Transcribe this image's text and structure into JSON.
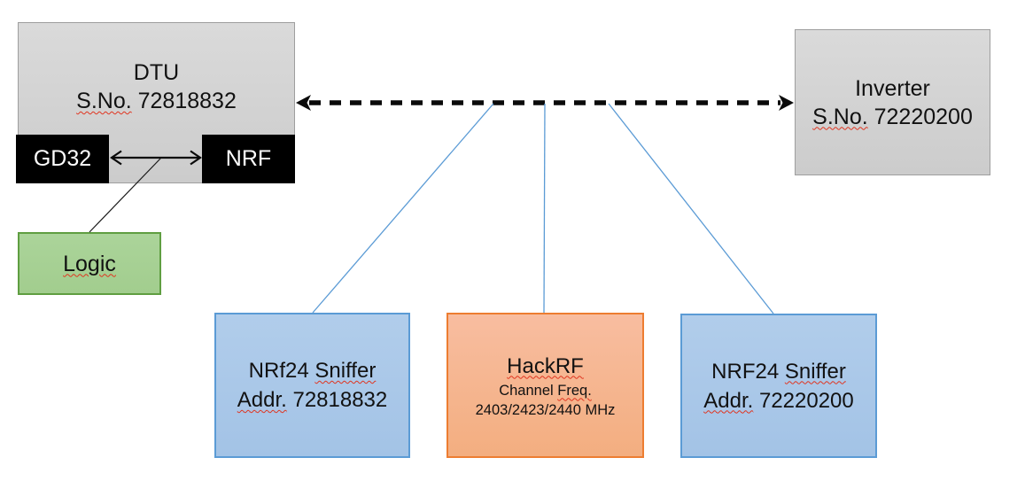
{
  "diagram": {
    "dtu": {
      "name": "DTU",
      "serial_label": "S.No.",
      "serial_value": "72818832"
    },
    "chips": {
      "gd32_label": "GD32",
      "nrf_label": "NRF"
    },
    "logic": {
      "label": "Logic"
    },
    "inverter": {
      "name": "Inverter",
      "serial_label": "S.No.",
      "serial_value": "72220200"
    },
    "sniffer_left": {
      "line1_prefix": "NRf24",
      "line1_word": "Sniffer",
      "line2_label": "Addr.",
      "line2_value": "72818832"
    },
    "hackrf": {
      "title": "HackRF",
      "line2_prefix": "Channel",
      "line2_word": "Freq.",
      "line3": "2403/2423/2440 MHz"
    },
    "sniffer_right": {
      "line1_prefix": "NRF24",
      "line1_word": "Sniffer",
      "line2_label": "Addr.",
      "line2_value": "72220200"
    },
    "colors": {
      "gray_box": "#d3d3d3",
      "black_box": "#000000",
      "green_box": "#a9d18e",
      "blue_box": "#abc8e8",
      "orange_box": "#f6b896",
      "connector_blue": "#5b9bd5",
      "arrow_black": "#0a0a0a",
      "squiggle_red": "#e0341f"
    }
  }
}
